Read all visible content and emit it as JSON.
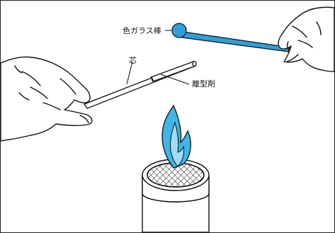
{
  "labels": {
    "colored_glass_rod": "色ガラス棒",
    "core": "芯",
    "release_agent": "離型剤"
  },
  "colors": {
    "glass_rod": "#2f9fd8",
    "flame_outer": "#3fb6e6",
    "flame_inner": "#9fdcf5",
    "stroke": "#111111"
  },
  "icons": {
    "left_hand": "hand-holding-rod-icon",
    "right_hand": "hand-holding-glass-icon",
    "burner": "gas-burner-icon",
    "flame": "flame-icon"
  }
}
